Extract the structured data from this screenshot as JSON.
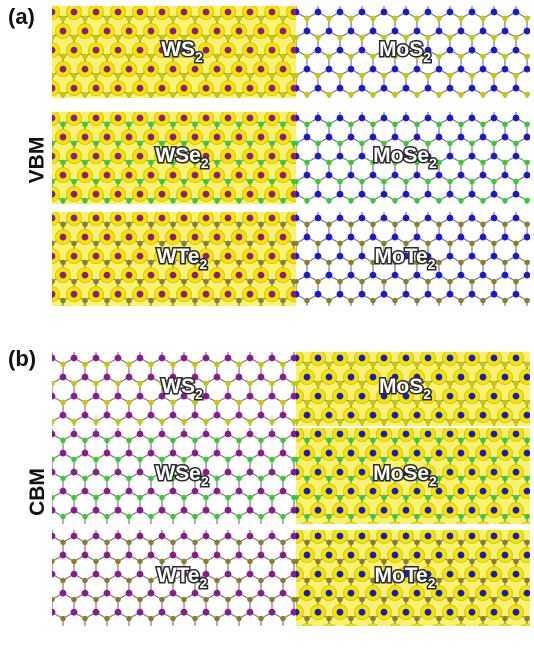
{
  "panels": [
    {
      "letter": "(a)",
      "state": "VBM",
      "rows": [
        {
          "left": {
            "base": "WS",
            "sub": "2"
          },
          "right": {
            "base": "MoS",
            "sub": "2"
          },
          "left_density": "#f2e600",
          "right_density": "none",
          "chalcogen": "#c8c800"
        },
        {
          "left": {
            "base": "WSe",
            "sub": "2"
          },
          "right": {
            "base": "MoSe",
            "sub": "2"
          },
          "left_density": "#f2e600",
          "right_density": "none",
          "chalcogen": "#33cc33"
        },
        {
          "left": {
            "base": "WTe",
            "sub": "2"
          },
          "right": {
            "base": "MoTe",
            "sub": "2"
          },
          "left_density": "#f2e600",
          "right_density": "none",
          "chalcogen": "#8b7d2a"
        }
      ]
    },
    {
      "letter": "(b)",
      "state": "CBM",
      "rows": [
        {
          "left": {
            "base": "WS",
            "sub": "2"
          },
          "right": {
            "base": "MoS",
            "sub": "2"
          },
          "left_density": "none",
          "right_density": "#f2e600",
          "chalcogen": "#c8c800"
        },
        {
          "left": {
            "base": "WSe",
            "sub": "2"
          },
          "right": {
            "base": "MoSe",
            "sub": "2"
          },
          "left_density": "none",
          "right_density": "#f2e600",
          "chalcogen": "#33cc33"
        },
        {
          "left": {
            "base": "WTe",
            "sub": "2"
          },
          "right": {
            "base": "MoTe",
            "sub": "2"
          },
          "left_density": "none",
          "right_density": "#f2e600",
          "chalcogen": "#8b7d2a"
        }
      ]
    }
  ],
  "colors": {
    "W_atom": "#8b1a8b",
    "Mo_atom": "#1a1acc",
    "density": "#f2e600"
  }
}
